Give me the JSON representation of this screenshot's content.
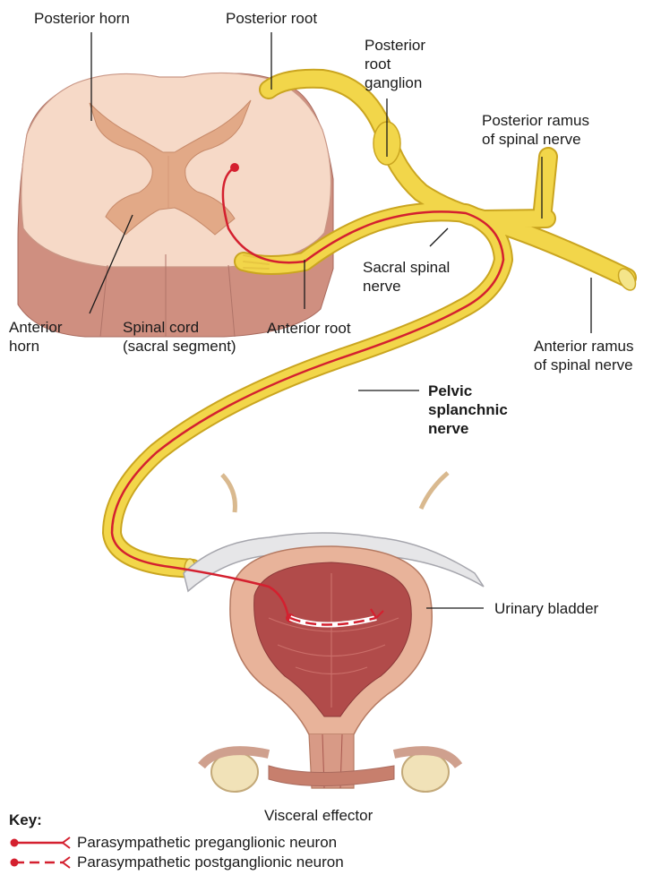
{
  "labels": {
    "posterior_horn": "Posterior horn",
    "posterior_root": "Posterior root",
    "posterior_root_ganglion": [
      "Posterior",
      "root",
      "ganglion"
    ],
    "posterior_ramus": [
      "Posterior ramus",
      "of spinal nerve"
    ],
    "sacral_spinal_nerve": [
      "Sacral spinal",
      "nerve"
    ],
    "anterior_horn": [
      "Anterior",
      "horn"
    ],
    "spinal_cord": [
      "Spinal cord",
      "(sacral segment)"
    ],
    "anterior_root": "Anterior root",
    "anterior_ramus": [
      "Anterior ramus",
      "of spinal nerve"
    ],
    "pelvic_splanchnic_nerve": [
      "Pelvic",
      "splanchnic",
      "nerve"
    ],
    "urinary_bladder": "Urinary bladder",
    "visceral_effector": "Visceral effector"
  },
  "key": {
    "title": "Key:",
    "preganglionic": "Parasympathetic preganglionic neuron",
    "postganglionic": "Parasympathetic postganglionic neuron"
  },
  "colors": {
    "nerve": "#f2d64a",
    "nerve_outline": "#caa520",
    "neuron": "#d4202f",
    "cord_white_matter": "#f6d9c7",
    "cord_gray_matter": "#e2a987",
    "cord_side": "#cf8f80",
    "bladder_wall": "#e8b39a",
    "bladder_lumen": "#b14b4a",
    "bone": "#f1e2b8"
  },
  "icons": [
    "neuron-cell-body-icon",
    "axon-terminal-icon"
  ]
}
